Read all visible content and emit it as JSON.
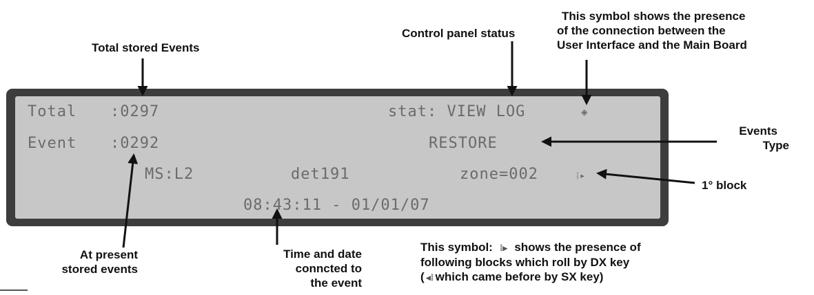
{
  "lcd": {
    "row1_label": "Total",
    "row1_value": ":0297",
    "status": "stat: VIEW LOG",
    "connection_symbol": "◈",
    "row2_label": "Event",
    "row2_value": ":0292",
    "event_type": "RESTORE",
    "ms": "MS:L2",
    "detector": "det191",
    "zone": "zone=002",
    "block_symbol": "⁞▸",
    "datetime": "08:43:11 - 01/01/07"
  },
  "annotations": {
    "total_stored": "Total stored Events",
    "control_status": "Control panel status",
    "symbol_line1": "This symbol shows the presence",
    "symbol_line2": "of  the connection between the",
    "symbol_line3": "User Interface and the Main Board",
    "events_type_line1": "Events",
    "events_type_line2": "Type",
    "first_block": "1° block",
    "present_line1": "At present",
    "present_line2": "stored events",
    "time_line1": "Time and date",
    "time_line2": "conncted to",
    "time_line3": "the event",
    "symbol_note_line1a": "This symbol:",
    "symbol_note_line1b": "shows the presence of",
    "symbol_note_line2": "following blocks  which roll by DX key",
    "symbol_note_line3a": "(",
    "symbol_note_line3b": "which came before by SX key)"
  },
  "colors": {
    "frame": "#3d3d3d",
    "screen": "#c7c7c7",
    "lcd_text": "#6b6b6b",
    "arrow": "#111111"
  }
}
